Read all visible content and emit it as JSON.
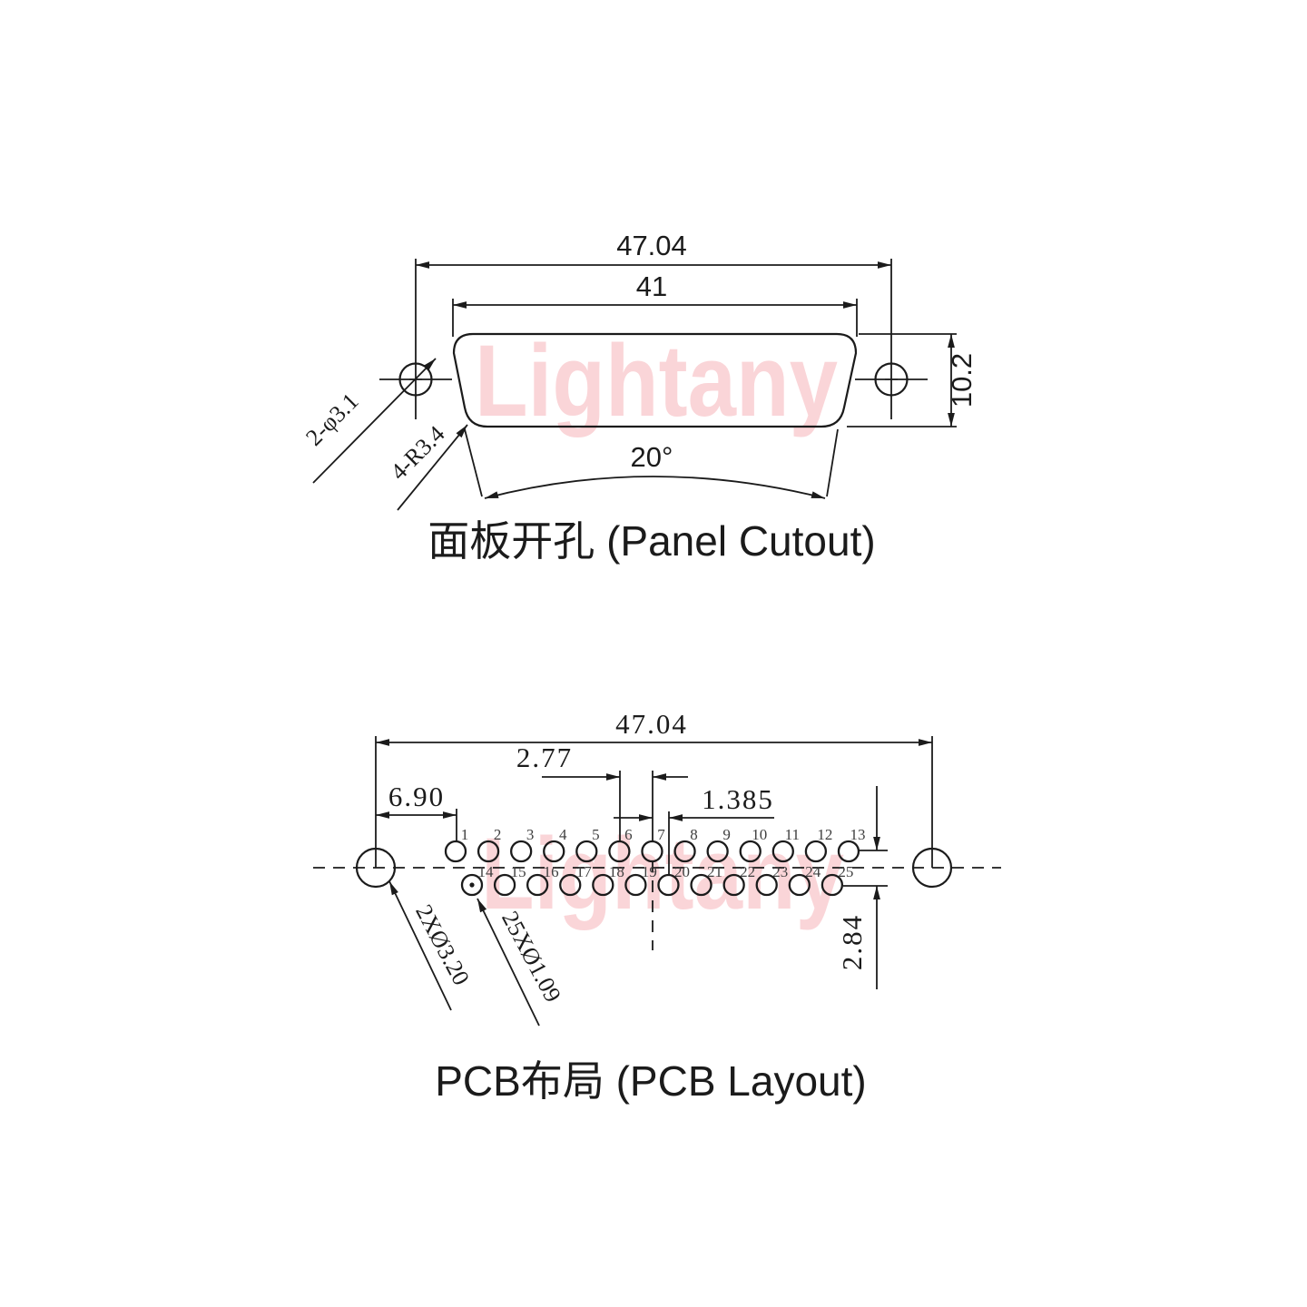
{
  "watermark": {
    "text": "Lightany",
    "color": "#fad5d8"
  },
  "colors": {
    "line": "#1b1b1b",
    "pin_label": "#3f3f3f",
    "background": "#ffffff"
  },
  "panel_cutout": {
    "title": "面板开孔 (Panel Cutout)",
    "dims": {
      "width_outer": "47.04",
      "width_inner": "41",
      "height": "10.2",
      "angle": "20°"
    },
    "leaders": {
      "holes": "2-φ3.1",
      "corners": "4-R3.4"
    }
  },
  "pcb_layout": {
    "title": "PCB布局 (PCB Layout)",
    "dims": {
      "hole_span": "47.04",
      "pin_pitch": "2.77",
      "row_offset": "1.385",
      "edge_to_pin1": "6.90",
      "row_spacing": "2.84"
    },
    "leaders": {
      "mount_holes": "2XØ3.20",
      "pin_holes": "25XØ1.09"
    },
    "pins_top": [
      "1",
      "2",
      "3",
      "4",
      "5",
      "6",
      "7",
      "8",
      "9",
      "10",
      "11",
      "12",
      "13"
    ],
    "pins_bottom": [
      "14",
      "15",
      "16",
      "17",
      "18",
      "19",
      "20",
      "21",
      "22",
      "23",
      "24",
      "25"
    ]
  }
}
